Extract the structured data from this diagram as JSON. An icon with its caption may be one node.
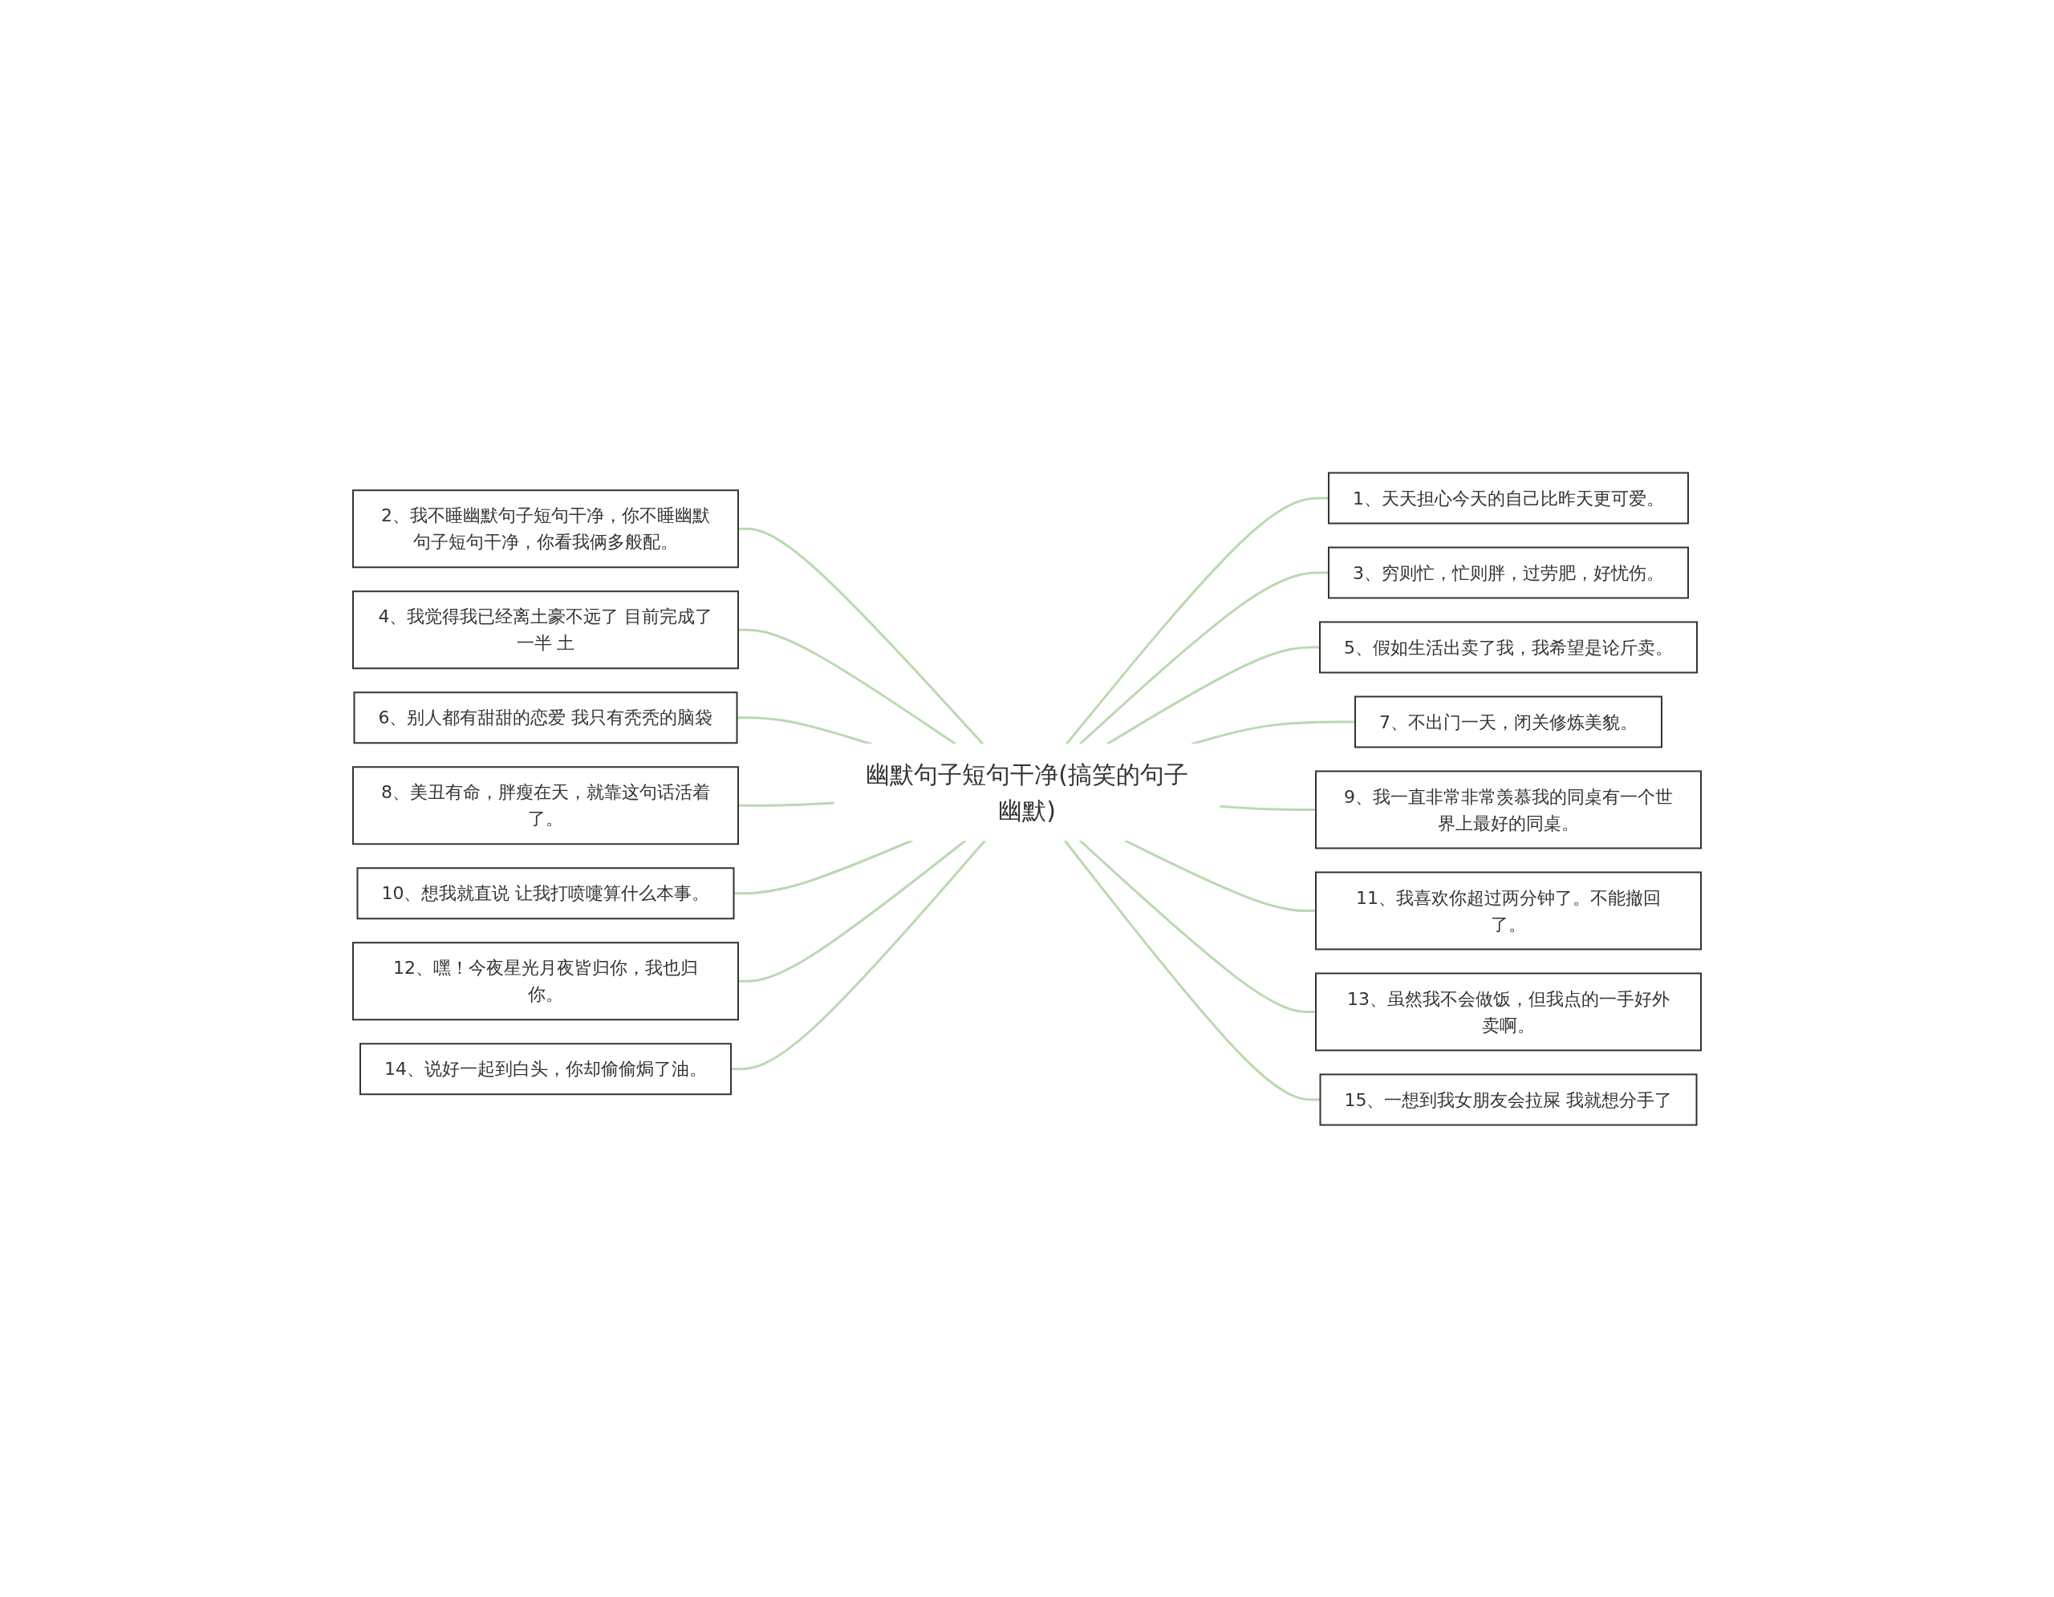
{
  "diagram": {
    "nodes": [
      {
        "text": [
          "幽默句子短句干净(搞笑的句子幽默)"
        ]
      },
      {
        "text": [
          "1、天天担心今天的自己比昨天更可爱。"
        ]
      },
      {
        "text": [
          "2、我不睡幽默句子短句干净，你不睡幽默句子短句干净，你看我俩多般配。"
        ]
      },
      {
        "text": [
          "3、穷则忙，忙则胖，过劳肥，好忧伤。"
        ]
      },
      {
        "text": [
          "4、我觉得我已经离土豪不远了 目前完成了一半 土"
        ]
      },
      {
        "text": [
          "5、假如生活出卖了我，我希望是论斤卖。"
        ]
      },
      {
        "text": [
          "6、别人都有甜甜的恋爱 我只有秃秃的脑袋"
        ]
      },
      {
        "text": [
          "7、不出门一天，闭关修炼美貌。"
        ]
      },
      {
        "text": [
          "8、美丑有命，胖瘦在天，就靠这句话活着了。"
        ]
      },
      {
        "text": [
          "9、我一直非常非常羡慕我的同桌有一个世界上最好的同桌。"
        ]
      },
      {
        "text": [
          "10、想我就直说 让我打喷嚏算什么本事。"
        ]
      },
      {
        "text": [
          "11、我喜欢你超过两分钟了。不能撤回了。"
        ]
      },
      {
        "text": [
          "12、嘿！今夜星光月夜皆归你，我也归你。"
        ]
      },
      {
        "text": [
          "13、虽然我不会做饭，但我点的一手好外卖啊。"
        ]
      },
      {
        "text": [
          "14、说好一起到白头，你却偷偷焗了油。"
        ]
      },
      {
        "text": [
          "15、一想到我女朋友会拉屎 我就想分手了"
        ]
      }
    ],
    "edges": [
      {
        "from": 0,
        "to": 1,
        "arrow": "none"
      },
      {
        "from": 2,
        "to": 0,
        "arrow": "none"
      },
      {
        "from": 0,
        "to": 3,
        "arrow": "none"
      },
      {
        "from": 4,
        "to": 0,
        "arrow": "none"
      },
      {
        "from": 0,
        "to": 5,
        "arrow": "none"
      },
      {
        "from": 6,
        "to": 0,
        "arrow": "none"
      },
      {
        "from": 0,
        "to": 7,
        "arrow": "none"
      },
      {
        "from": 8,
        "to": 0,
        "arrow": "none"
      },
      {
        "from": 0,
        "to": 9,
        "arrow": "none"
      },
      {
        "from": 10,
        "to": 0,
        "arrow": "none"
      },
      {
        "from": 0,
        "to": 11,
        "arrow": "none"
      },
      {
        "from": 12,
        "to": 0,
        "arrow": "none"
      },
      {
        "from": 0,
        "to": 13,
        "arrow": "none"
      },
      {
        "from": 14,
        "to": 0,
        "arrow": "none"
      },
      {
        "from": 0,
        "to": 15,
        "arrow": "none"
      }
    ]
  }
}
